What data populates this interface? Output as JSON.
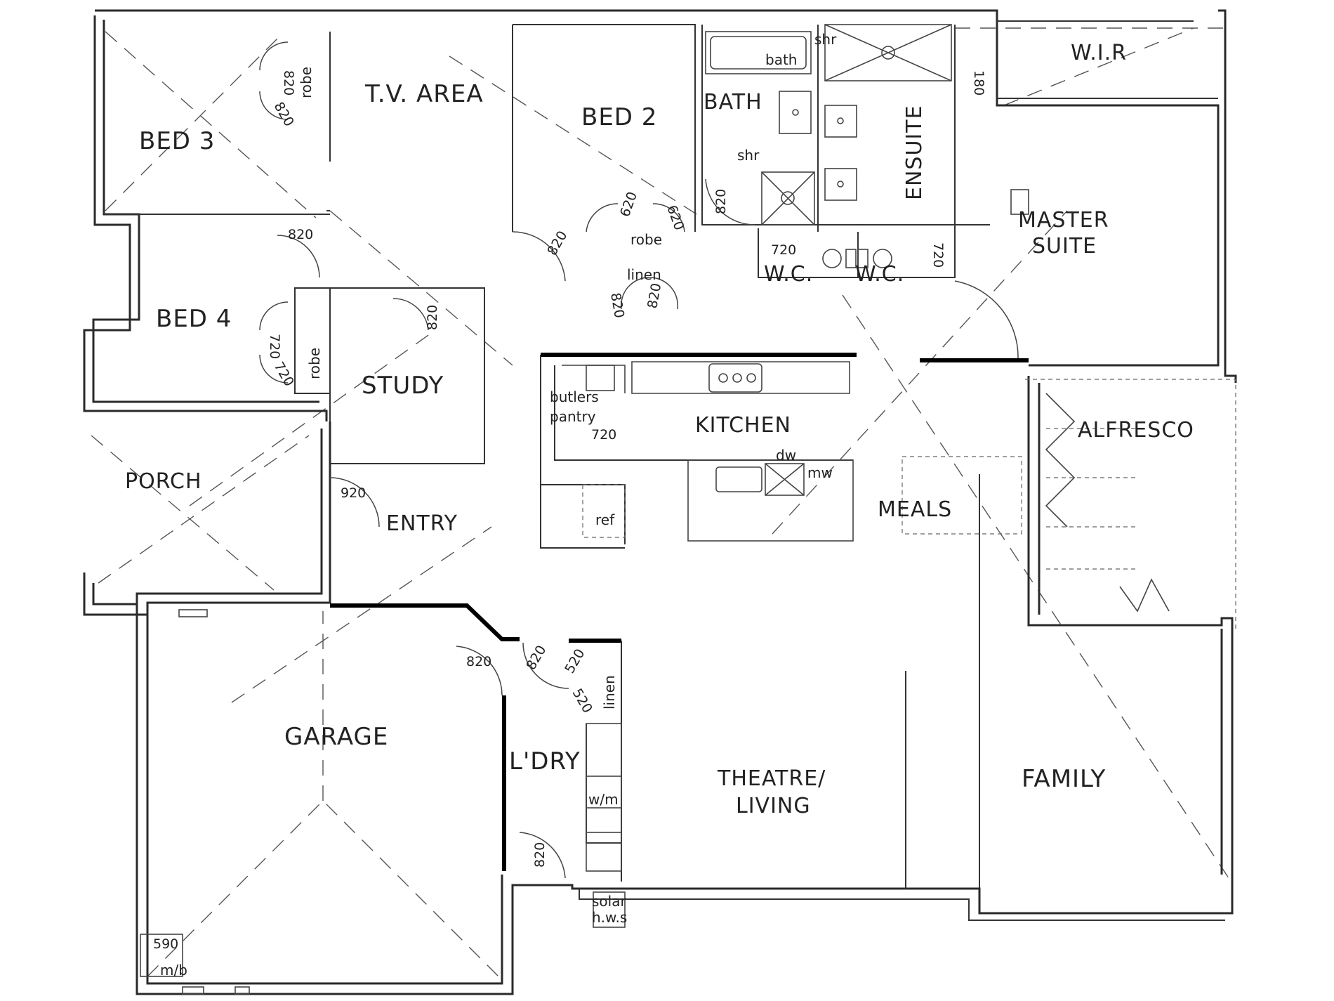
{
  "rooms": {
    "bed3": "BED 3",
    "tv_area": "T.V. AREA",
    "bed2": "BED 2",
    "bath": "BATH",
    "ensuite": "ENSUITE",
    "wir": "W.I.R",
    "master_line1": "MASTER",
    "master_line2": "SUITE",
    "bed4": "BED 4",
    "study": "STUDY",
    "porch": "PORCH",
    "entry": "ENTRY",
    "kitchen": "KITCHEN",
    "meals": "MEALS",
    "alfresco": "ALFRESCO",
    "garage": "GARAGE",
    "laundry": "L'DRY",
    "theatre_line1": "THEATRE/",
    "theatre_line2": "LIVING",
    "family": "FAMILY"
  },
  "fixtures": {
    "robe_bed3": "robe",
    "robe_bed2": "robe",
    "robe_bed4": "robe",
    "linen_hall": "linen",
    "linen_laundry": "linen",
    "bath": "bath",
    "shr_bath": "shr",
    "shr_ensuite": "shr",
    "wc_1": "W.C.",
    "wc_2": "W.C.",
    "butlers_line1": "butlers",
    "butlers_line2": "pantry",
    "dw": "dw",
    "mw": "mw",
    "ref": "ref",
    "wm": "w/m",
    "solar_line1": "solar",
    "solar_line2": "h.w.s",
    "mb": "m/b"
  },
  "dimensions": {
    "bed3_robe_a": "820",
    "bed3_robe_b": "820",
    "bed3_door": "820",
    "bed2_door": "820",
    "bed2_robe_a": "620",
    "bed2_robe_b": "620",
    "linen_a": "820",
    "linen_b": "820",
    "bath_door": "820",
    "wc_1_door": "720",
    "wc_2_door": "720",
    "wir_door": "180",
    "bed4_robe_a": "720",
    "bed4_robe_b": "720",
    "study_door": "820",
    "pantry_door": "720",
    "entry_door": "920",
    "garage_door": "820",
    "laundry_door": "820",
    "laundry_linen_a": "520",
    "laundry_linen_b": "520",
    "laundry_outer_door": "820",
    "meter_box": "590"
  }
}
